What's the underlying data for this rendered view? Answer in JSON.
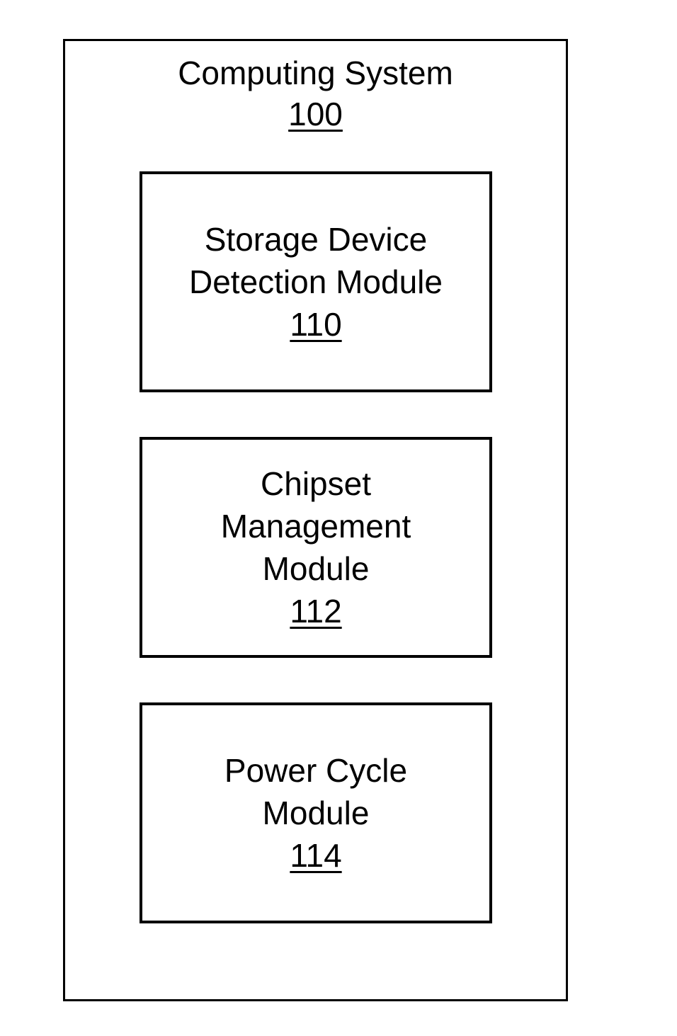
{
  "system": {
    "title": "Computing System",
    "ref": "100"
  },
  "modules": [
    {
      "lines": [
        "Storage Device",
        "Detection Module"
      ],
      "ref": "110"
    },
    {
      "lines": [
        "Chipset",
        "Management",
        "Module"
      ],
      "ref": "112"
    },
    {
      "lines": [
        "Power Cycle",
        "Module"
      ],
      "ref": "114"
    }
  ]
}
